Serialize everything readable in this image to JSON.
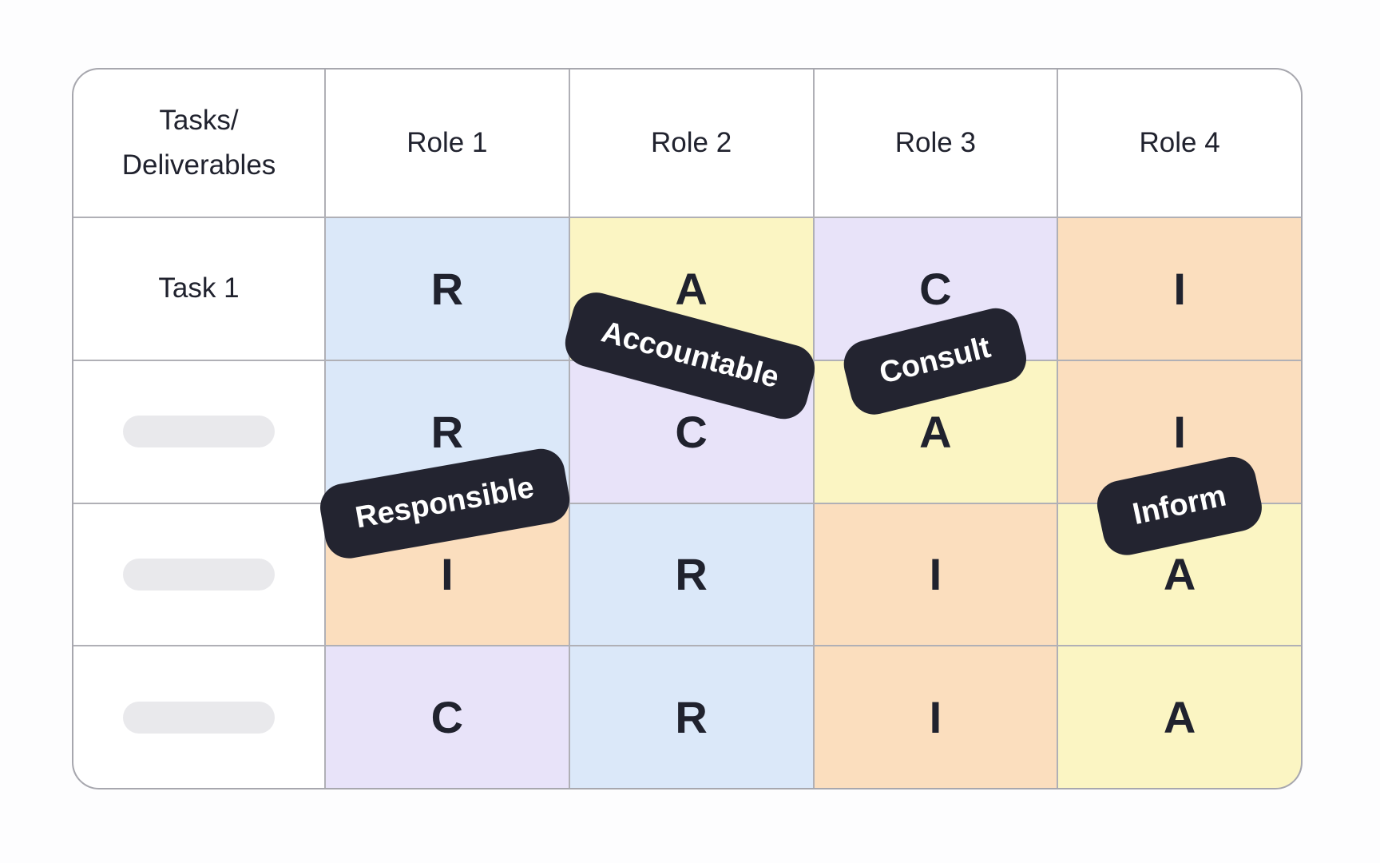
{
  "palette": {
    "cell_blue": "#dbe8f9",
    "cell_yellow": "#fbf5c3",
    "cell_purple": "#e8e3f9",
    "cell_orange": "#fbdebe",
    "tag_bg": "#232430",
    "tag_text": "#ffffff",
    "grid_line": "#b0b0b6",
    "text_dark": "#20222e",
    "placeholder_gray": "#e9e9ec",
    "page_bg": "#fdfdfe"
  },
  "matrix": {
    "corner_header": "Tasks/\nDeliverables",
    "columns": [
      "Role 1",
      "Role 2",
      "Role 3",
      "Role 4"
    ],
    "rows": [
      {
        "task": "Task 1",
        "placeholder": false,
        "cells": [
          {
            "letter": "R",
            "color": "blue"
          },
          {
            "letter": "A",
            "color": "yellow"
          },
          {
            "letter": "C",
            "color": "purple"
          },
          {
            "letter": "I",
            "color": "orange"
          }
        ]
      },
      {
        "task": "",
        "placeholder": true,
        "cells": [
          {
            "letter": "R",
            "color": "blue"
          },
          {
            "letter": "C",
            "color": "purple"
          },
          {
            "letter": "A",
            "color": "yellow"
          },
          {
            "letter": "I",
            "color": "orange"
          }
        ]
      },
      {
        "task": "",
        "placeholder": true,
        "cells": [
          {
            "letter": "I",
            "color": "orange"
          },
          {
            "letter": "R",
            "color": "blue"
          },
          {
            "letter": "I",
            "color": "orange"
          },
          {
            "letter": "A",
            "color": "yellow"
          }
        ]
      },
      {
        "task": "",
        "placeholder": true,
        "cells": [
          {
            "letter": "C",
            "color": "purple"
          },
          {
            "letter": "R",
            "color": "blue"
          },
          {
            "letter": "I",
            "color": "orange"
          },
          {
            "letter": "A",
            "color": "yellow"
          }
        ]
      }
    ]
  },
  "legend_tags": [
    {
      "label": "Responsible"
    },
    {
      "label": "Accountable"
    },
    {
      "label": "Consult"
    },
    {
      "label": "Inform"
    }
  ]
}
